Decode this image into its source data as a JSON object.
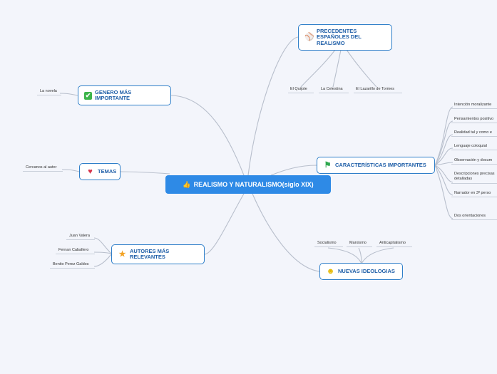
{
  "central": {
    "label": "REALISMO Y NATURALISMO(siglo XIX)",
    "icon": "thumbs-up-icon"
  },
  "nodes": {
    "precedentes": {
      "label": "PRECEDENTES ESPAÑOLES DEL REALISMO",
      "icon": "baseball-icon",
      "children": [
        "El Quijote",
        "La Celestina",
        "El Lazarillo de Tormes"
      ]
    },
    "genero": {
      "label": "GENERO MÁS IMPORTANTE",
      "icon": "checkmark-icon",
      "children": [
        "La novela"
      ]
    },
    "temas": {
      "label": "TEMAS",
      "icon": "heart-icon",
      "children": [
        "Cercanos al autor"
      ]
    },
    "caracteristicas": {
      "label": "CARACTERÍSTICAS IMPORTANTES",
      "icon": "green-flag-icon",
      "children": [
        "Intención moralizante",
        "Pensamientos positivo",
        "Realidad tal y como e",
        "Lenguaje coloquial",
        "Observación y docum",
        "Descripciones precisas detalladas",
        "Narrador en 3ª perso",
        "Dos orientaciones"
      ]
    },
    "autores": {
      "label": "AUTORES MÁS RELEVANTES",
      "icon": "star-icon",
      "children": [
        "Juan Valera",
        "Fernan Caballero",
        "Benito Perez Galdos"
      ]
    },
    "ideologias": {
      "label": "NUEVAS IDEOLOGIAS",
      "icon": "smiley-icon",
      "children": [
        "Socialismo",
        "Marxismo",
        "Anticapitalismo"
      ]
    }
  },
  "colors": {
    "central_bg": "#2e8ae6",
    "node_border": "#2f7fc9",
    "node_text": "#1f5fa8",
    "connector": "#b8bfcc",
    "background": "#f3f5fb"
  }
}
